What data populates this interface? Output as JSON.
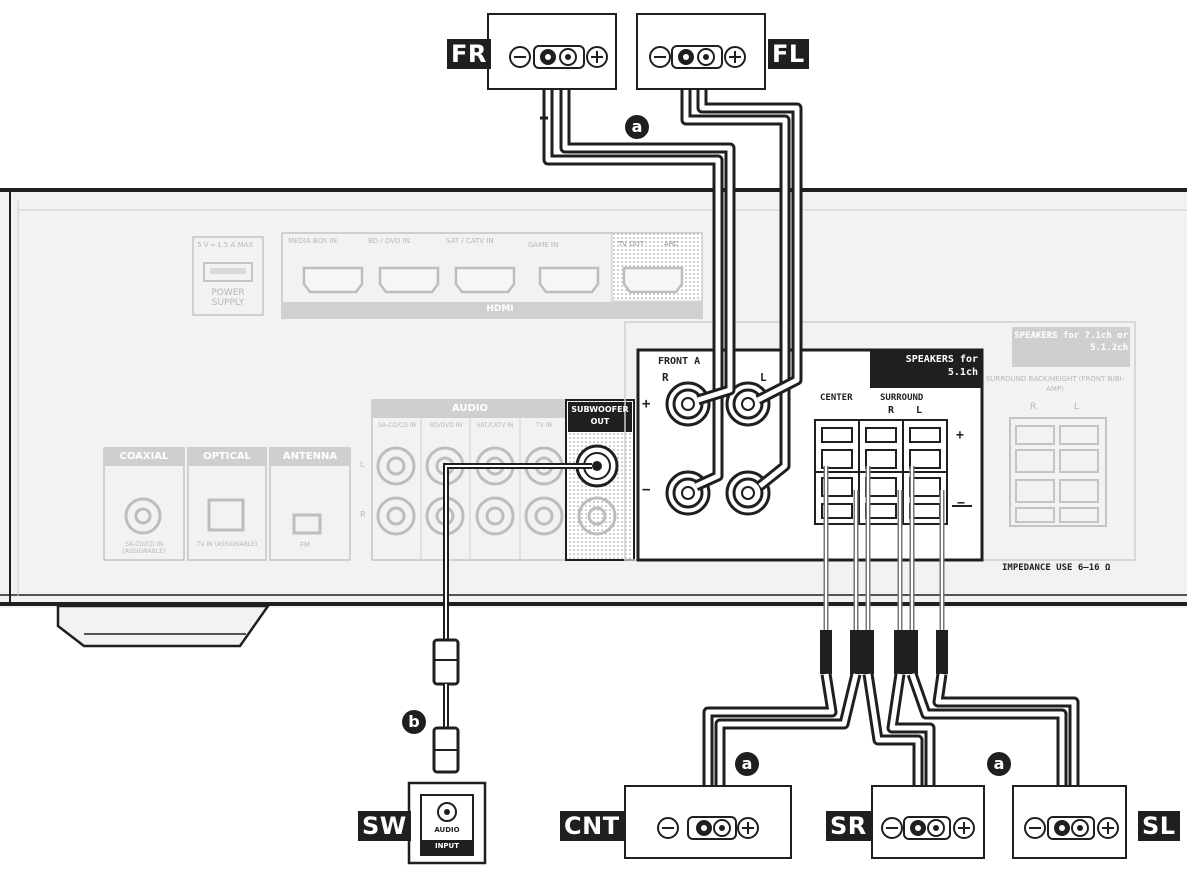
{
  "speakers": {
    "front_right": "FR",
    "front_left": "FL",
    "subwoofer": "SW",
    "center": "CNT",
    "surround_right": "SR",
    "surround_left": "SL"
  },
  "cable_labels": {
    "speaker_cable": "a",
    "audio_cable": "b"
  },
  "terminal_signs": {
    "minus": "−",
    "plus": "+"
  },
  "receiver": {
    "usb_label": "5 V ═ 1.5 A MAX",
    "power_supply": "POWER SUPPLY",
    "hdmi_inputs": [
      {
        "label": "MEDIA BOX",
        "sub": "IN"
      },
      {
        "label": "BD / DVD",
        "sub": "IN"
      },
      {
        "label": "SAT / CATV",
        "sub": "IN"
      },
      {
        "label": "GAME",
        "sub": "IN"
      }
    ],
    "hdmi_out_label": "TV OUT",
    "hdmi_tab": "HDMI",
    "hdmi_arc": "ARC",
    "coaxial": "COAXIAL",
    "optical": "OPTICAL",
    "antenna": "ANTENNA",
    "coaxial_sub": "SA-CD/CD IN (ASSIGNABLE)",
    "optical_sub": "TV IN (ASSIGNABLE)",
    "antenna_sub": "FM",
    "audio_tab": "AUDIO",
    "audio_inputs": [
      "SA-CD/CD IN",
      "BD/DVD IN",
      "SAT/CATV IN",
      "TV IN"
    ],
    "audio_channels": {
      "left": "L",
      "right": "R"
    },
    "subwoofer_out": "SUBWOOFER OUT",
    "front_a_label": "FRONT A",
    "front_r": "R",
    "front_l": "L",
    "speakers_51_label": "SPEAKERS for 5.1ch",
    "center_label": "CENTER",
    "surround_label": "SURROUND",
    "surround_r": "R",
    "surround_l": "L",
    "speakers_71_label": "SPEAKERS for 7.1ch or 5.1.2ch",
    "back_label": "SURROUND BACK/HEIGHT (FRONT B/BI-AMP)",
    "back_r": "R",
    "back_l": "L",
    "impedance": "IMPEDANCE USE 6–16 Ω"
  },
  "sub_input": {
    "line1": "AUDIO",
    "line2": "INPUT"
  },
  "colors": {
    "ink": "#1f1f1f",
    "faint": "#b7b7b7",
    "panel": "#f0f0f0"
  }
}
